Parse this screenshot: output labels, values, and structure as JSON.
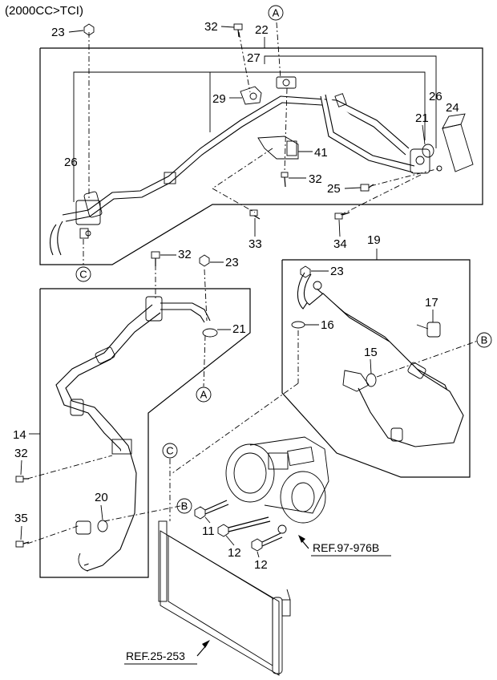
{
  "header": {
    "variant_label": "(2000CC>TCI)"
  },
  "callout_letters": {
    "a": "A",
    "b": "B",
    "c": "C"
  },
  "part_numbers": {
    "p11": "11",
    "p12": "12",
    "p14": "14",
    "p15": "15",
    "p16": "16",
    "p17": "17",
    "p19": "19",
    "p20": "20",
    "p21": "21",
    "p22": "22",
    "p23": "23",
    "p24": "24",
    "p25": "25",
    "p26": "26",
    "p27": "27",
    "p29": "29",
    "p32": "32",
    "p33": "33",
    "p34": "34",
    "p35": "35",
    "p41": "41"
  },
  "references": {
    "compressor_ref": "REF.97-976B",
    "condenser_ref": "REF.25-253"
  }
}
